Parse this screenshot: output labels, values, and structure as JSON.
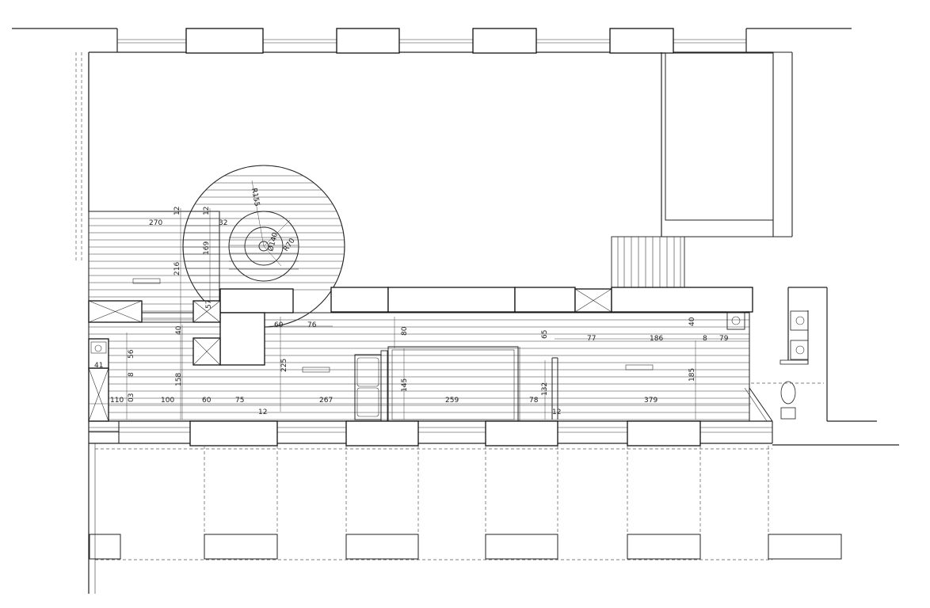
{
  "dimensions": {
    "d270": "270",
    "d12a": "12",
    "d12b": "12",
    "d32": "32",
    "d216": "216",
    "d169": "169",
    "d57": "57",
    "d40a": "40",
    "d60a": "60",
    "d76": "76",
    "d80": "80",
    "d225": "225",
    "d56": "56",
    "d41": "41",
    "d8a": "8",
    "d158": "158",
    "d110": "110",
    "d03": "03",
    "d100": "100",
    "d60b": "60",
    "d75": "75",
    "d12c": "12",
    "d267": "267",
    "d145": "145",
    "d259": "259",
    "d78": "78",
    "d132": "132",
    "d12d": "12",
    "d65": "65",
    "d77": "77",
    "d186": "186",
    "d40b": "40",
    "d8b": "8",
    "d79": "79",
    "d185": "185",
    "d379": "379",
    "r155": "R155",
    "o140": "Ø140",
    "r70": "R70"
  },
  "colors": {
    "line": "#222222",
    "background": "#ffffff"
  }
}
